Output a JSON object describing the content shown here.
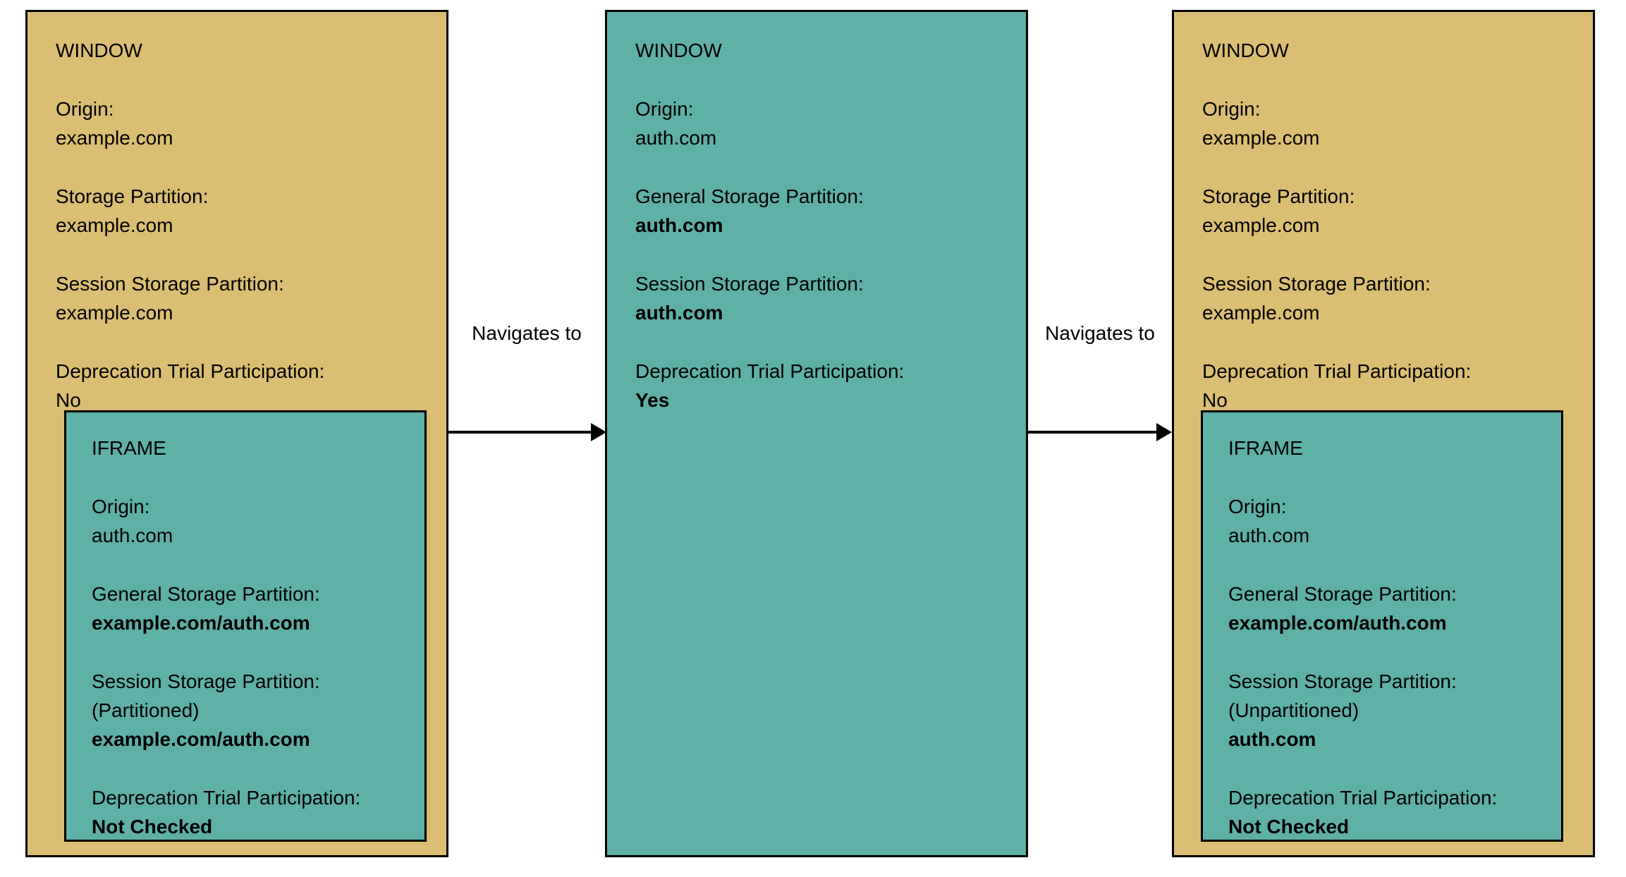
{
  "colors": {
    "window_tan": "#DBBE73",
    "frame_teal": "#5FB0A6",
    "border": "#000000",
    "background": "#FFFFFF",
    "text": "#000000"
  },
  "arrows": [
    {
      "label": "Navigates to"
    },
    {
      "label": "Navigates to"
    }
  ],
  "columns": [
    {
      "title": "WINDOW",
      "fields": [
        {
          "label": "Origin:",
          "value": "example.com"
        },
        {
          "label": "Storage Partition:",
          "value": "example.com"
        },
        {
          "label": "Session Storage Partition:",
          "value": "example.com"
        },
        {
          "label": "Deprecation Trial Participation:",
          "value": "No"
        }
      ],
      "iframe": {
        "title": "IFRAME",
        "fields": [
          {
            "label": "Origin:",
            "value": "auth.com"
          },
          {
            "label": "General Storage Partition:",
            "value": "example.com/auth.com",
            "bold": true
          },
          {
            "label": "Session Storage Partition:",
            "note": "(Partitioned)",
            "value": "example.com/auth.com",
            "bold": true
          },
          {
            "label": "Deprecation Trial Participation:",
            "value": "Not Checked",
            "bold": true
          }
        ]
      }
    },
    {
      "title": "WINDOW",
      "fields": [
        {
          "label": "Origin:",
          "value": "auth.com"
        },
        {
          "label": "General Storage Partition:",
          "value": "auth.com",
          "bold": true
        },
        {
          "label": "Session Storage Partition:",
          "value": "auth.com",
          "bold": true
        },
        {
          "label": "Deprecation Trial Participation:",
          "value": "Yes",
          "bold": true
        }
      ]
    },
    {
      "title": "WINDOW",
      "fields": [
        {
          "label": "Origin:",
          "value": "example.com"
        },
        {
          "label": "Storage Partition:",
          "value": "example.com"
        },
        {
          "label": "Session Storage Partition:",
          "value": "example.com"
        },
        {
          "label": "Deprecation Trial Participation:",
          "value": "No"
        }
      ],
      "iframe": {
        "title": "IFRAME",
        "fields": [
          {
            "label": "Origin:",
            "value": "auth.com"
          },
          {
            "label": "General Storage Partition:",
            "value": "example.com/auth.com",
            "bold": true
          },
          {
            "label": "Session Storage Partition:",
            "note": "(Unpartitioned)",
            "value": "auth.com",
            "bold": true
          },
          {
            "label": "Deprecation Trial Participation:",
            "value": "Not Checked",
            "bold": true
          }
        ]
      }
    }
  ]
}
